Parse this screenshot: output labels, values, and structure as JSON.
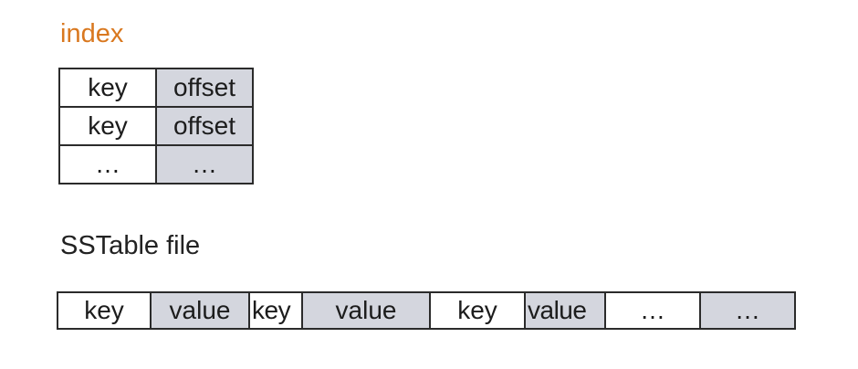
{
  "index": {
    "title": "index",
    "rows": [
      {
        "key": "key",
        "offset": "offset"
      },
      {
        "key": "key",
        "offset": "offset"
      },
      {
        "key": "…",
        "offset": "…"
      }
    ]
  },
  "sstable": {
    "title": "SSTable file",
    "cells": [
      {
        "label": "key",
        "fill": "white"
      },
      {
        "label": "value",
        "fill": "gray"
      },
      {
        "label": "key",
        "fill": "white"
      },
      {
        "label": "value",
        "fill": "gray"
      },
      {
        "label": "key",
        "fill": "white"
      },
      {
        "label": "value",
        "fill": "gray"
      },
      {
        "label": "…",
        "fill": "white"
      },
      {
        "label": "…",
        "fill": "gray"
      }
    ]
  },
  "colors": {
    "title_accent": "#d9781f",
    "cell_gray": "#d4d6de",
    "border": "#2b2b2b"
  }
}
